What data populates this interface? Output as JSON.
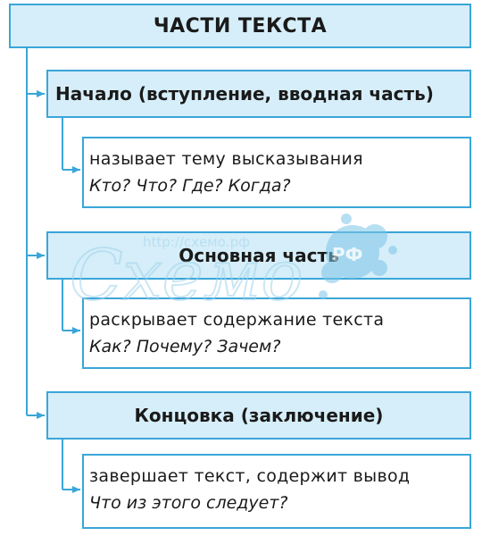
{
  "title": "ЧАСТИ ТЕКСТА",
  "sections": [
    {
      "heading": "Начало (вступление, вводная часть)",
      "description": "называет тему высказывания",
      "questions": "Кто? Что? Где? Когда?"
    },
    {
      "heading": "Основная часть",
      "description": "раскрывает содержание текста",
      "questions": "Как? Почему? Зачем?"
    },
    {
      "heading": "Концовка (заключение)",
      "description": "завершает текст, содержит вывод",
      "questions": "Что из этого следует?"
    }
  ],
  "watermark": {
    "url": "http://схемо.рф",
    "word": "Схемо",
    "badge": "РФ"
  },
  "colors": {
    "border": "#3aa6d8",
    "fill": "#d6eef9",
    "watermark": "#bfe3f4"
  }
}
